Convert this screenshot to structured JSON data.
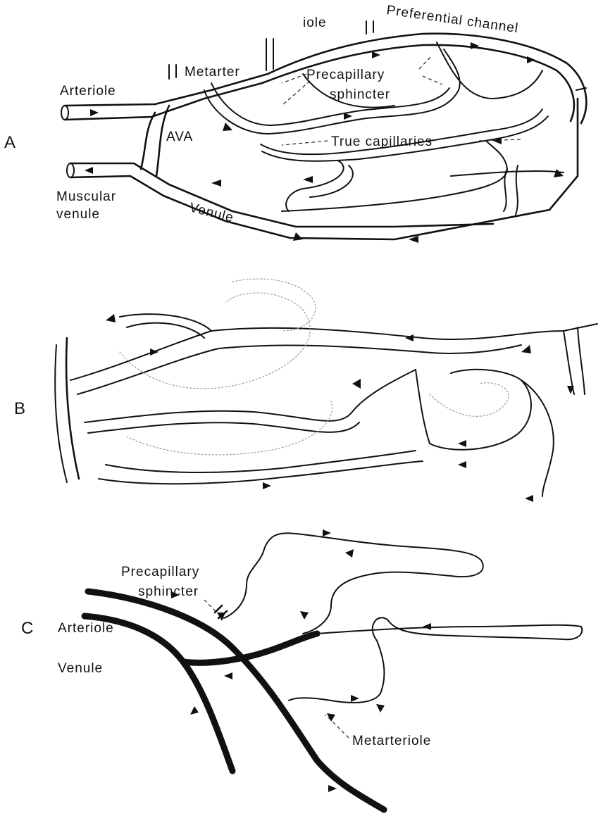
{
  "panels": {
    "a": {
      "letter": "A",
      "labels": {
        "arteriole": "Arteriole",
        "metarteriole_part1": "Metarter",
        "metarteriole_part2": "iole",
        "preferential_channel": "Preferential channel",
        "precapillary_line1": "Precapillary",
        "precapillary_line2": "sphincter",
        "ava": "AVA",
        "true_capillaries": "True capillaries",
        "muscular_venule_line1": "Muscular",
        "muscular_venule_line2": "venule",
        "venule": "Venule"
      }
    },
    "b": {
      "letter": "B"
    },
    "c": {
      "letter": "C",
      "labels": {
        "precapillary_line1": "Precapillary",
        "precapillary_line2": "sphincter",
        "arteriole": "Arteriole",
        "venule": "Venule",
        "metarteriole": "Metarteriole"
      }
    }
  },
  "colors": {
    "ink": "#111111",
    "background": "#ffffff"
  }
}
